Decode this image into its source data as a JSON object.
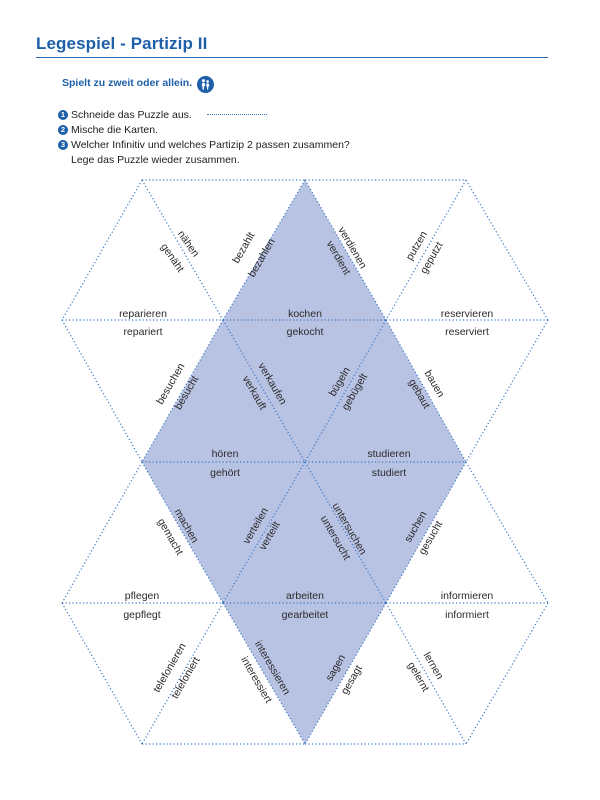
{
  "header": {
    "title": "Legespiel - Partizip II",
    "subtitle": "Spielt zu zweit oder allein."
  },
  "colors": {
    "accent": "#1d5fa8",
    "cut_line": "#3a78c2",
    "shaded_area": "#b8c2e3"
  },
  "icons": {
    "pair_badge": "people-pair-icon",
    "cut_line": "dotted-cut-line-icon"
  },
  "instructions": [
    {
      "number": "1",
      "text": "Schneide das Puzzle aus."
    },
    {
      "number": "2",
      "text": "Mische die Karten."
    },
    {
      "number": "3",
      "text": "Welcher Infinitiv und welches Partizip 2 passen zusammen?"
    }
  ],
  "instructions_continuation": "Lege das Puzzle wieder zusammen.",
  "puzzle": {
    "pairs": [
      {
        "infinitive": "nähen",
        "participle": "genäht"
      },
      {
        "infinitive": "bezahlen",
        "participle": "bezahlt"
      },
      {
        "infinitive": "verdienen",
        "participle": "verdient"
      },
      {
        "infinitive": "putzen",
        "participle": "geputzt"
      },
      {
        "infinitive": "reparieren",
        "participle": "repariert"
      },
      {
        "infinitive": "kochen",
        "participle": "gekocht"
      },
      {
        "infinitive": "reservieren",
        "participle": "reserviert"
      },
      {
        "infinitive": "besuchen",
        "participle": "besucht"
      },
      {
        "infinitive": "verkaufen",
        "participle": "verkauft"
      },
      {
        "infinitive": "bügeln",
        "participle": "gebügelt"
      },
      {
        "infinitive": "bauen",
        "participle": "gebaut"
      },
      {
        "infinitive": "hören",
        "participle": "gehört"
      },
      {
        "infinitive": "studieren",
        "participle": "studiert"
      },
      {
        "infinitive": "machen",
        "participle": "gemacht"
      },
      {
        "infinitive": "verteilen",
        "participle": "verteilt"
      },
      {
        "infinitive": "untersuchen",
        "participle": "untersucht"
      },
      {
        "infinitive": "suchen",
        "participle": "gesucht"
      },
      {
        "infinitive": "pflegen",
        "participle": "gepflegt"
      },
      {
        "infinitive": "arbeiten",
        "participle": "gearbeitet"
      },
      {
        "infinitive": "informieren",
        "participle": "informiert"
      },
      {
        "infinitive": "telefonieren",
        "participle": "telefoniert"
      },
      {
        "infinitive": "interessieren",
        "participle": "interessiert"
      },
      {
        "infinitive": "sagen",
        "participle": "gesagt"
      },
      {
        "infinitive": "lernen",
        "participle": "gelernt"
      }
    ]
  }
}
